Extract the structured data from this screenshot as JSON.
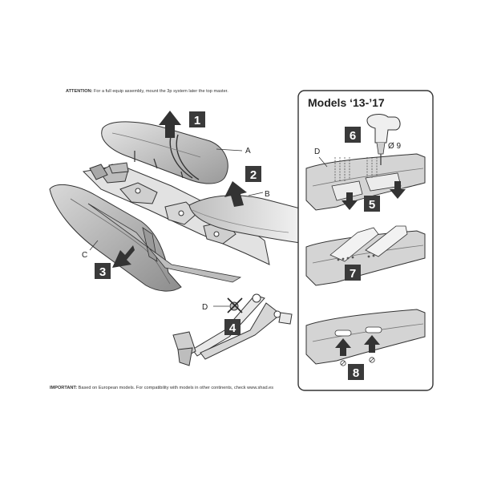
{
  "notes": {
    "attention_label": "ATTENTION:",
    "attention_text": " For a full equip assembly, mount the 3p system later the top master.",
    "important_label": "IMPORTANT:",
    "important_text": " Based on European models. For compatibility with models in other continents, check www.shad.es"
  },
  "panel": {
    "title": "Models ‘13-’17",
    "drill_size": "Ø 9"
  },
  "parts": {
    "a": "A",
    "b": "B",
    "c": "C",
    "d_main": "D",
    "d_panel": "D"
  },
  "steps": [
    "1",
    "2",
    "3",
    "4",
    "5",
    "6",
    "7",
    "8"
  ],
  "colors": {
    "step_box": "#3a3a3a",
    "part_fill": "#cfcfcf",
    "part_dark": "#8a8a8a",
    "line": "#333333"
  }
}
